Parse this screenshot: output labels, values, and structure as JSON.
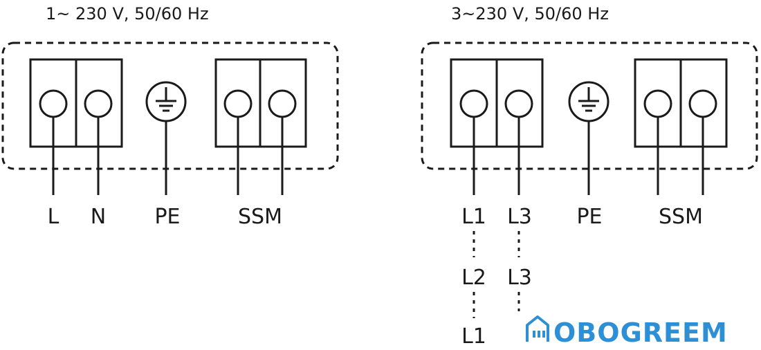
{
  "single_phase": {
    "title": "1~ 230 V, 50/60 Hz",
    "labels": {
      "l": "L",
      "n": "N",
      "pe": "PE",
      "ssm": "SSM"
    }
  },
  "three_phase": {
    "title": "3~230 V, 50/60 Hz",
    "labels": {
      "l1": "L1",
      "l3": "L3",
      "pe": "PE",
      "ssm": "SSM"
    },
    "alt_rows": [
      {
        "left": "L2",
        "right": "L3"
      },
      {
        "left": "L1"
      }
    ]
  },
  "watermark": {
    "text": "OBOGREEM",
    "color": "#2d8fd5"
  }
}
